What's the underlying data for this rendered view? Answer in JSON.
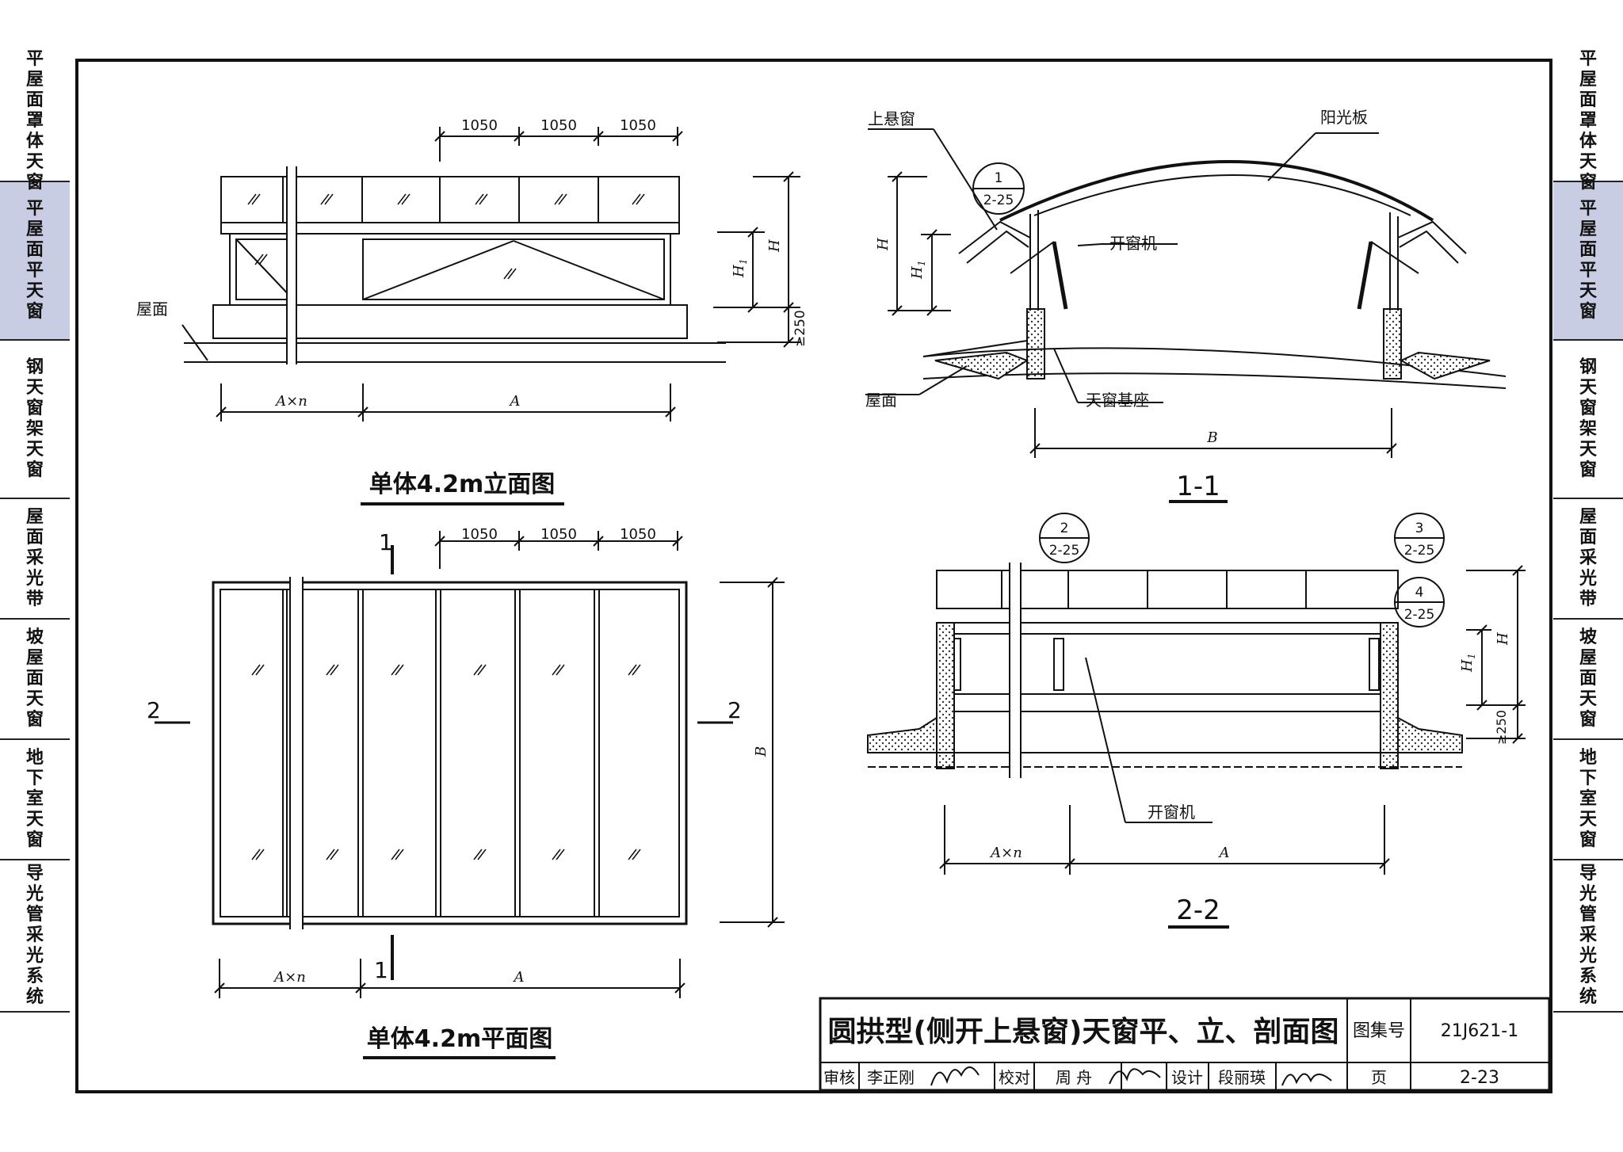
{
  "side_tabs": [
    {
      "label": "平屋面罩体天窗",
      "active": false
    },
    {
      "label": "平屋面平天窗",
      "active": true
    },
    {
      "label": "钢天窗架天窗",
      "active": false
    },
    {
      "label": "屋面采光带",
      "active": false
    },
    {
      "label": "坡屋面天窗",
      "active": false
    },
    {
      "label": "地下室天窗",
      "active": false
    },
    {
      "label": "导光管采光系统",
      "active": false
    }
  ],
  "elevation": {
    "caption": "单体4.2m立面图",
    "dims_top": [
      "1050",
      "1050",
      "1050"
    ],
    "dim_h": "H",
    "dim_h1": "H",
    "dim_h1_sub": "1",
    "dim_base": "≥250",
    "roof_label": "屋面",
    "dim_axn": "A×n",
    "dim_a": "A"
  },
  "plan": {
    "caption": "单体4.2m平面图",
    "dims_top": [
      "1050",
      "1050",
      "1050"
    ],
    "section1": "1",
    "section2": "2",
    "dim_b": "B",
    "dim_axn": "A×n",
    "dim_a": "A"
  },
  "section11": {
    "caption": "1-1",
    "label_top_hung": "上悬窗",
    "label_panel": "阳光板",
    "label_opener": "开窗机",
    "label_roof": "屋面",
    "label_base": "天窗基座",
    "ref_top": "1",
    "ref_bottom": "2-25",
    "dim_h": "H",
    "dim_h1": "H",
    "dim_h1_sub": "1",
    "dim_b": "B"
  },
  "section22": {
    "caption": "2-2",
    "refs": [
      {
        "top": "2",
        "bottom": "2-25"
      },
      {
        "top": "3",
        "bottom": "2-25"
      },
      {
        "top": "4",
        "bottom": "2-25"
      }
    ],
    "label_opener": "开窗机",
    "dim_h": "H",
    "dim_h1": "H",
    "dim_h1_sub": "1",
    "dim_base": "≥250",
    "dim_axn": "A×n",
    "dim_a": "A"
  },
  "title_block": {
    "title": "圆拱型(侧开上悬窗)天窗平、立、剖面图",
    "atlas_label": "图集号",
    "atlas_no": "21J621-1",
    "review_label": "审核",
    "reviewer": "李正刚",
    "check_label": "校对",
    "checker": "周 舟",
    "design_label": "设计",
    "designer": "段丽瑛",
    "page_label": "页",
    "page_no": "2-23"
  }
}
